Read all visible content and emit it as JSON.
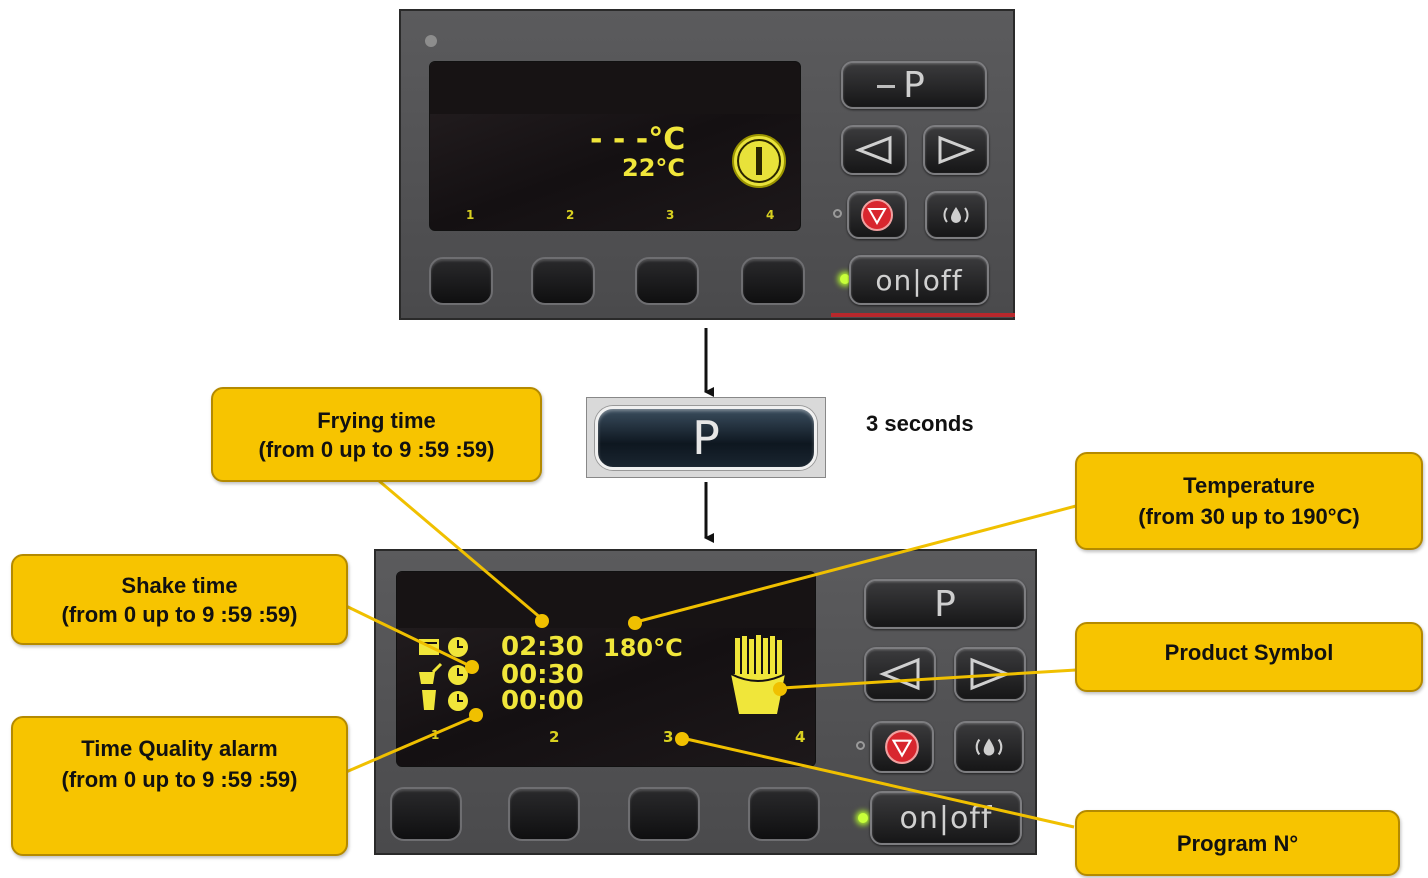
{
  "panel_top": {
    "temp_dashes": "- - -°C",
    "temp_value": "22°C",
    "slot_numbers": [
      "1",
      "2",
      "3",
      "4"
    ],
    "p_key": "P",
    "onoff_label": "on|off"
  },
  "p_button": {
    "label": "P",
    "hold_duration": "3 seconds"
  },
  "panel_bottom": {
    "frying_time": "02:30",
    "shake_time": "00:30",
    "quality_time": "00:00",
    "temperature": "180°C",
    "slot_numbers": [
      "1",
      "2",
      "3",
      "4"
    ],
    "p_key": "P",
    "onoff_label": "on|off"
  },
  "callouts": {
    "frying": {
      "title": "Frying time",
      "range": "(from 0 up to 9 :59 :59)"
    },
    "shake": {
      "title": "Shake time",
      "range": "(from 0 up to 9 :59 :59)"
    },
    "quality": {
      "title": "Time Quality alarm",
      "range": "(from 0 up to 9 :59 :59)"
    },
    "temperature": {
      "title": "Temperature",
      "range": "(from 30 up to 190°C)"
    },
    "product": {
      "title": "Product Symbol"
    },
    "program": {
      "title": "Program N°"
    }
  },
  "colors": {
    "callout_fill": "#f7c400",
    "lcd_text": "#f0e63a",
    "led": "#c8ff3a"
  }
}
